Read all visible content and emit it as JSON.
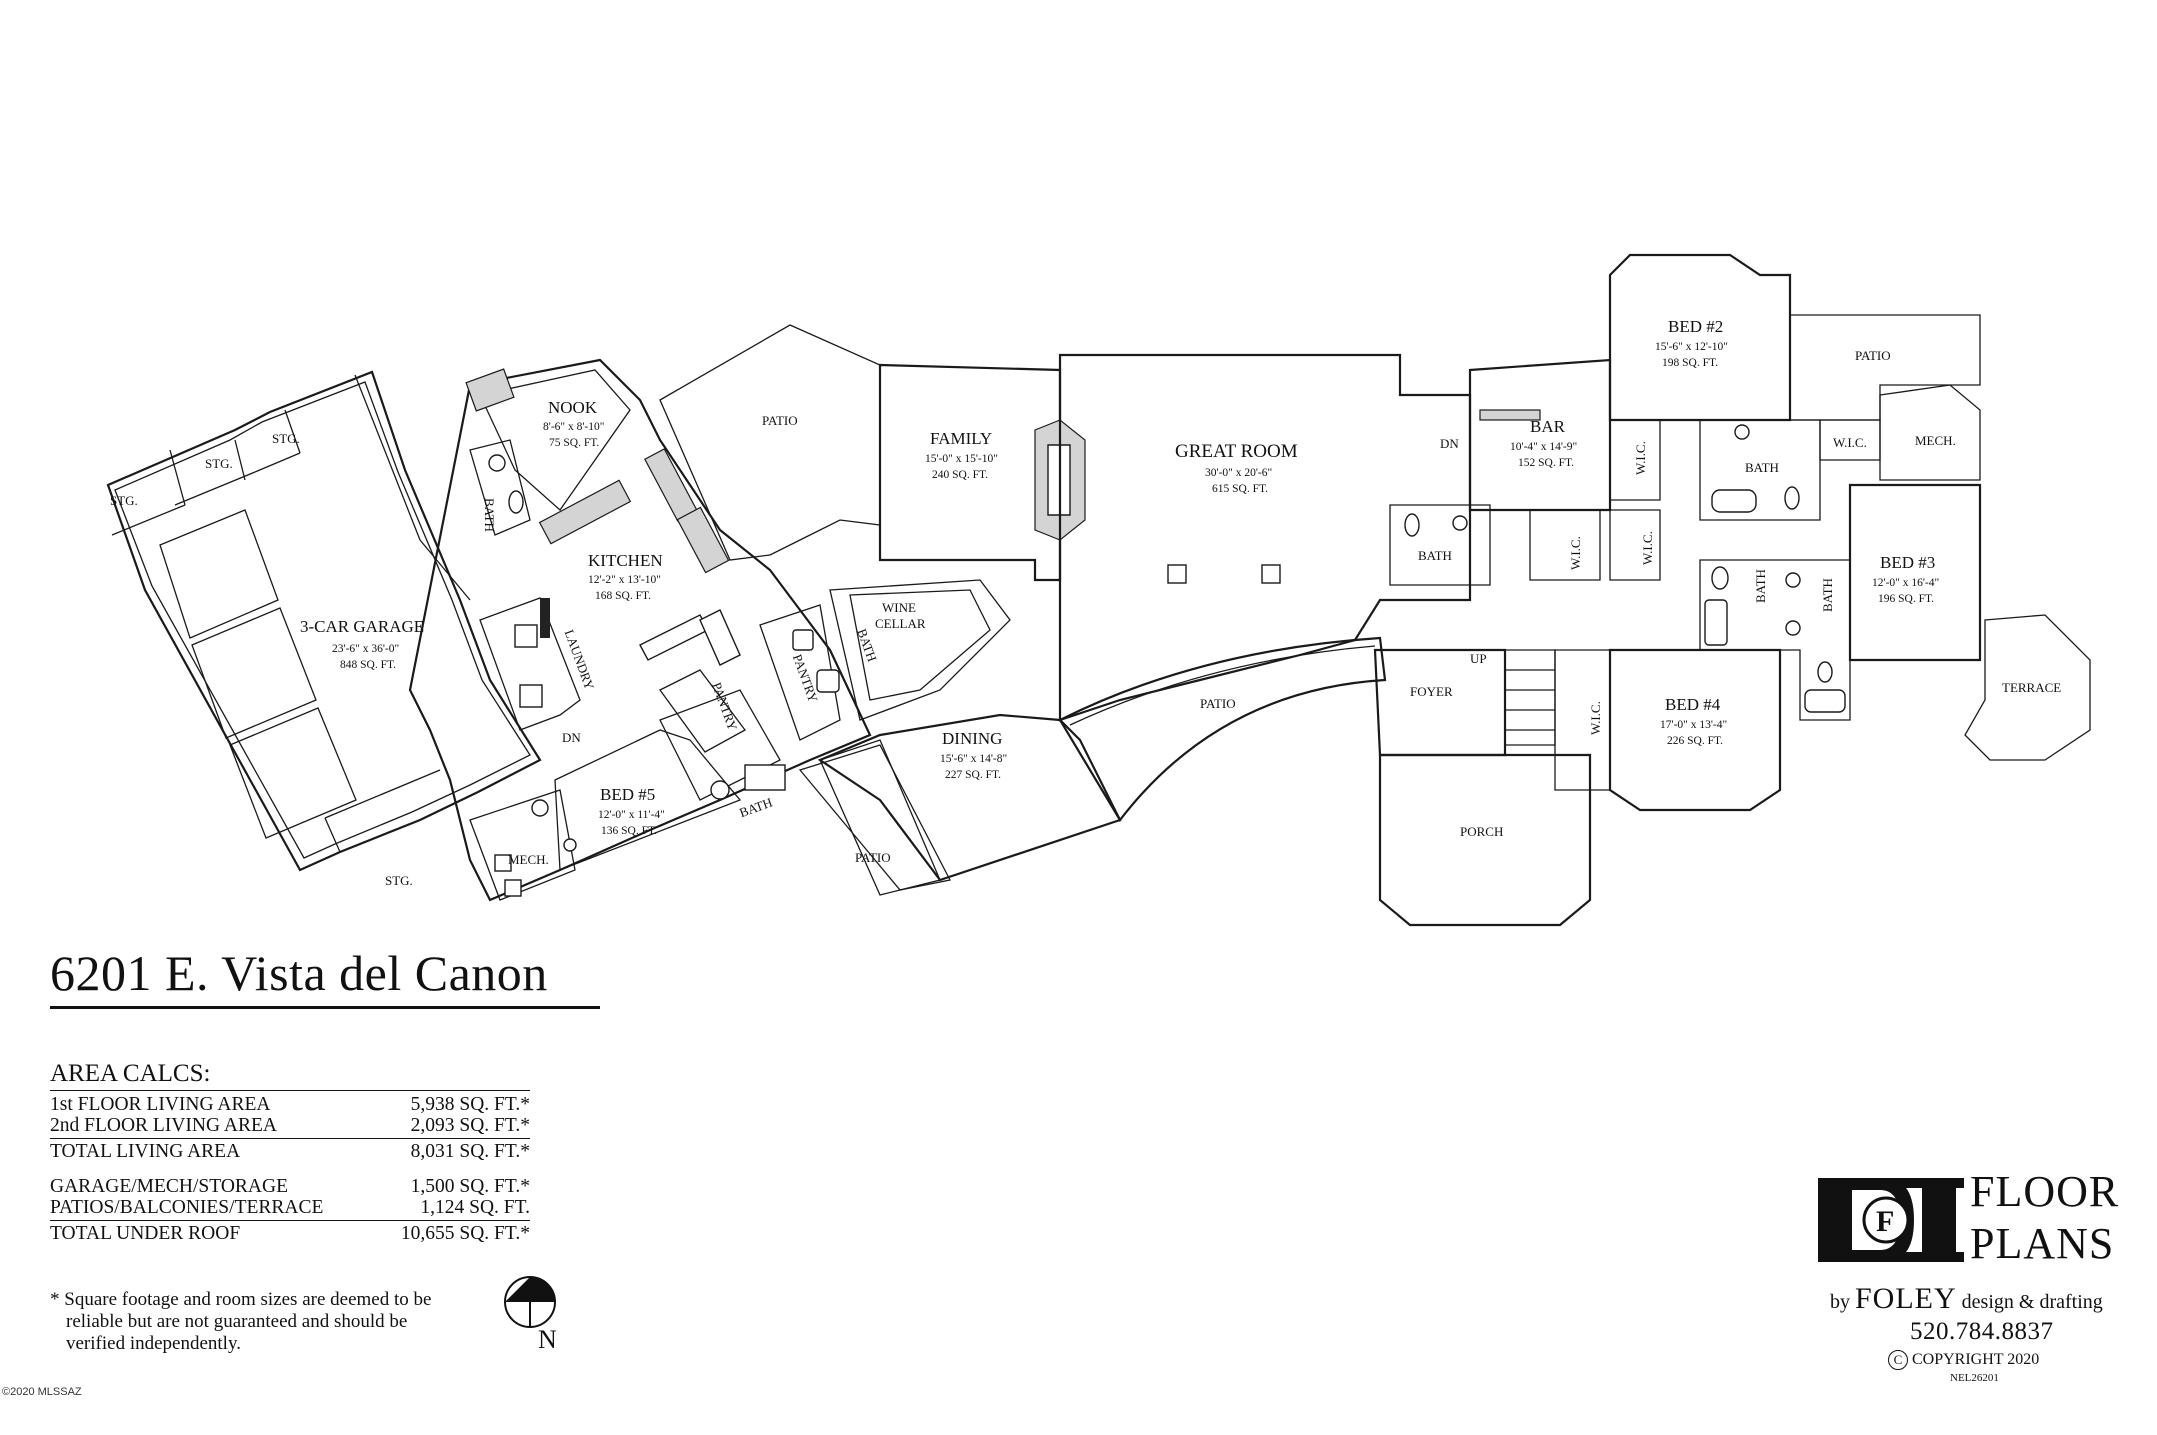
{
  "rooms": {
    "nook": {
      "name": "NOOK",
      "dims": "8'-6\" x 8'-10\"",
      "area": "75 SQ. FT."
    },
    "kitchen": {
      "name": "KITCHEN",
      "dims": "12'-2\" x 13'-10\"",
      "area": "168 SQ. FT."
    },
    "garage": {
      "name": "3-CAR GARAGE",
      "dims": "23'-6\" x 36'-0\"",
      "area": "848 SQ. FT."
    },
    "family": {
      "name": "FAMILY",
      "dims": "15'-0\" x 15'-10\"",
      "area": "240 SQ. FT."
    },
    "great_room": {
      "name": "GREAT ROOM",
      "dims": "30'-0\" x 20'-6\"",
      "area": "615 SQ. FT."
    },
    "bar": {
      "name": "BAR",
      "dims": "10'-4\" x 14'-9\"",
      "area": "152 SQ. FT."
    },
    "bed2": {
      "name": "BED #2",
      "dims": "15'-6\" x 12'-10\"",
      "area": "198 SQ. FT."
    },
    "bed3": {
      "name": "BED #3",
      "dims": "12'-0\" x 16'-4\"",
      "area": "196 SQ. FT."
    },
    "bed4": {
      "name": "BED #4",
      "dims": "17'-0\" x 13'-4\"",
      "area": "226 SQ. FT."
    },
    "bed5": {
      "name": "BED #5",
      "dims": "12'-0\" x 11'-4\"",
      "area": "136 SQ. FT."
    },
    "dining": {
      "name": "DINING",
      "dims": "15'-6\" x 14'-8\"",
      "area": "227 SQ. FT."
    }
  },
  "labels": {
    "stg": "STG.",
    "patio": "PATIO",
    "bath": "BATH",
    "laundry": "LAUNDRY",
    "pantry": "PANTRY",
    "wine_1": "WINE",
    "wine_2": "CELLAR",
    "wic": "W.I.C.",
    "mech": "MECH.",
    "foyer": "FOYER",
    "porch": "PORCH",
    "terrace": "TERRACE",
    "dn": "DN",
    "up": "UP"
  },
  "address": "6201 E. Vista del Canon",
  "area_calcs": {
    "title": "AREA CALCS:",
    "rows": [
      {
        "label": "1st FLOOR LIVING AREA",
        "value": "5,938 SQ. FT.*"
      },
      {
        "label": "2nd FLOOR LIVING AREA",
        "value": "2,093 SQ. FT.*"
      },
      {
        "label": "TOTAL LIVING AREA",
        "value": "8,031 SQ. FT.*"
      },
      {
        "label": "GARAGE/MECH/STORAGE",
        "value": "1,500 SQ. FT.*"
      },
      {
        "label": "PATIOS/BALCONIES/TERRACE",
        "value": "1,124 SQ. FT."
      },
      {
        "label": "TOTAL UNDER ROOF",
        "value": "10,655 SQ. FT.*"
      }
    ]
  },
  "note": {
    "line1": "* Square footage and room sizes are deemed to be",
    "line2": "reliable but are not guaranteed and should be",
    "line3": "verified  independently."
  },
  "compass_label": "N",
  "stamp": "©2020 MLSSAZ",
  "logo": {
    "title1": "FLOOR",
    "title2": "PLANS",
    "by": "by",
    "brand": "FOLEY",
    "tagline": "design & drafting",
    "phone": "520.784.8837",
    "copyright": "COPYRIGHT 2020",
    "code": "NEL26201",
    "mark_letters": "F"
  }
}
